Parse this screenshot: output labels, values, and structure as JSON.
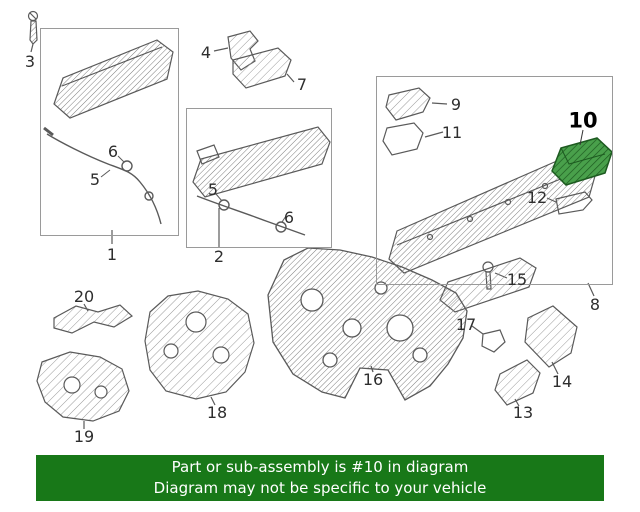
{
  "diagram": {
    "type": "exploded-parts-diagram",
    "highlighted_part": "10",
    "callouts": [
      {
        "id": "3",
        "label": "3"
      },
      {
        "id": "4",
        "label": "4"
      },
      {
        "id": "7",
        "label": "7"
      },
      {
        "id": "6a",
        "label": "6"
      },
      {
        "id": "5a",
        "label": "5"
      },
      {
        "id": "1",
        "label": "1"
      },
      {
        "id": "5b",
        "label": "5"
      },
      {
        "id": "6b",
        "label": "6"
      },
      {
        "id": "2",
        "label": "2"
      },
      {
        "id": "9",
        "label": "9"
      },
      {
        "id": "11",
        "label": "11"
      },
      {
        "id": "10",
        "label": "10"
      },
      {
        "id": "12",
        "label": "12"
      },
      {
        "id": "8",
        "label": "8"
      },
      {
        "id": "15",
        "label": "15"
      },
      {
        "id": "20",
        "label": "20"
      },
      {
        "id": "17",
        "label": "17"
      },
      {
        "id": "16",
        "label": "16"
      },
      {
        "id": "14",
        "label": "14"
      },
      {
        "id": "13",
        "label": "13"
      },
      {
        "id": "18",
        "label": "18"
      },
      {
        "id": "19",
        "label": "19"
      }
    ],
    "banner": {
      "line1": "Part or sub-assembly is #10 in diagram",
      "line2": "Diagram may not be specific to your vehicle"
    },
    "colors": {
      "banner_bg": "#187818",
      "banner_text": "#ffffff",
      "highlight_fill": "#49a04b",
      "highlight_stroke": "#1d5a20",
      "line_art": "#5a5a5a"
    }
  }
}
